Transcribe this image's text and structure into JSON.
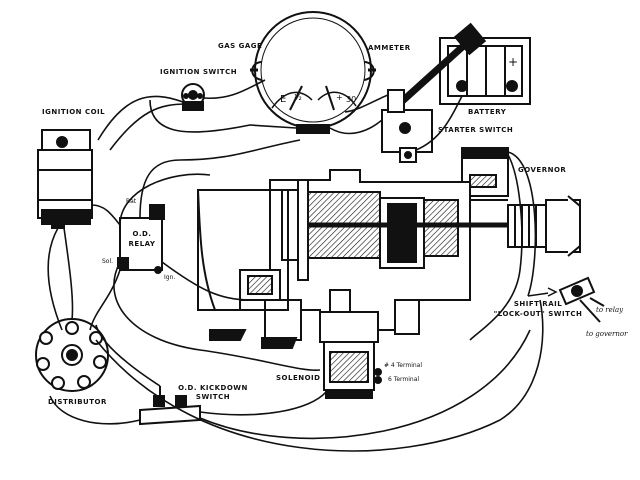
{
  "labels": {
    "gas_gage": "GAS GAGE",
    "ammeter": "AMMETER",
    "ignition_switch": "IGNITION SWITCH",
    "ignition_coil": "IGNITION COIL",
    "battery": "BATTERY",
    "starter_switch": "STARTER SWITCH",
    "governor": "GOVERNOR",
    "od_relay_line1": "O.D.",
    "od_relay_line2": "RELAY",
    "relay_bat": "Bat",
    "relay_sol": "Sol.",
    "relay_ign": "Ign.",
    "solenoid": "SOLENOID",
    "terminal_4": "# 4 Terminal",
    "terminal_6": "6 Terminal",
    "distributor": "DISTRIBUTOR",
    "od_kickdown_line1": "O.D. KICKDOWN",
    "od_kickdown_line2": "SWITCH",
    "shift_rail_line1": "SHIFT RAIL",
    "shift_rail_line2": "\"LOCK-OUT\" SWITCH",
    "to_relay": "to relay",
    "to_governor": "to governor"
  },
  "colors": {
    "ink": "#111111",
    "paper": "#ffffff"
  }
}
